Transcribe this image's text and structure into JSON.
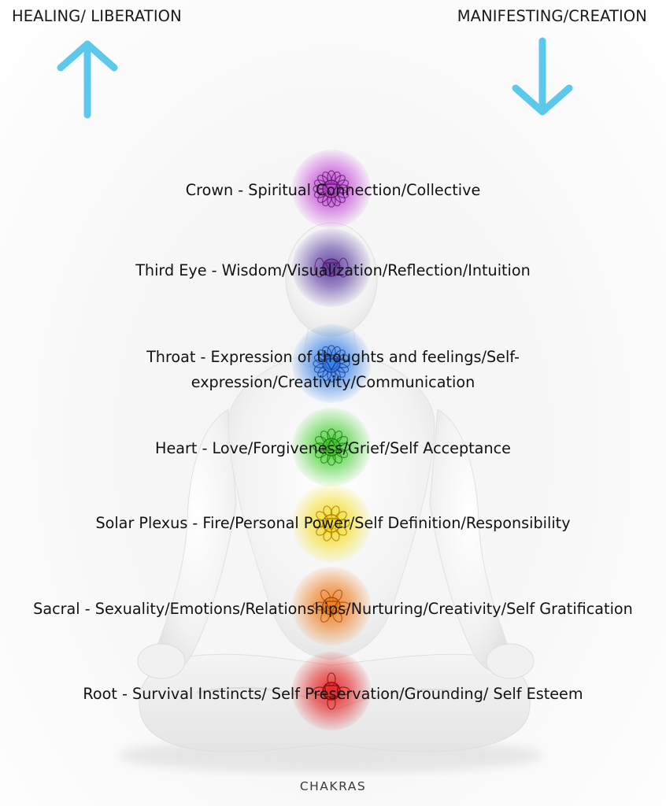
{
  "labels": {
    "left": "HEALING/ LIBERATION",
    "right": "MANIFESTING/CREATION"
  },
  "arrows": {
    "color": "#5bc8ec",
    "left_direction": "up",
    "right_direction": "down"
  },
  "chakras": [
    {
      "name": "crown",
      "text": "Crown - Spiritual Connection/Collective",
      "color": "#c23fd6",
      "icon": "crown-chakra-lotus-icon"
    },
    {
      "name": "third-eye",
      "text": "Third Eye - Wisdom/Visualization/Reflection/Intuition",
      "color": "#5a3ca0",
      "icon": "third-eye-chakra-icon"
    },
    {
      "name": "throat",
      "text": "Throat - Expression of thoughts and feelings/Self-\nexpression/Creativity/Communication",
      "color": "#2f7de8",
      "icon": "throat-chakra-icon"
    },
    {
      "name": "heart",
      "text": "Heart - Love/Forgiveness/Grief/Self Acceptance",
      "color": "#3fcf2a",
      "icon": "heart-chakra-icon"
    },
    {
      "name": "solar-plexus",
      "text": "Solar Plexus - Fire/Personal Power/Self Definition/Responsibility",
      "color": "#f2dc1a",
      "icon": "solar-plexus-chakra-icon"
    },
    {
      "name": "sacral",
      "text": "Sacral - Sexuality/Emotions/Relationships/Nurturing/Creativity/Self Gratification",
      "color": "#f07a1a",
      "icon": "sacral-chakra-icon"
    },
    {
      "name": "root",
      "text": "Root -  Survival Instincts/ Self Preservation/Grounding/ Self Esteem",
      "color": "#e52424",
      "icon": "root-chakra-icon"
    }
  ],
  "footer": {
    "caption": "CHAKRAS"
  }
}
